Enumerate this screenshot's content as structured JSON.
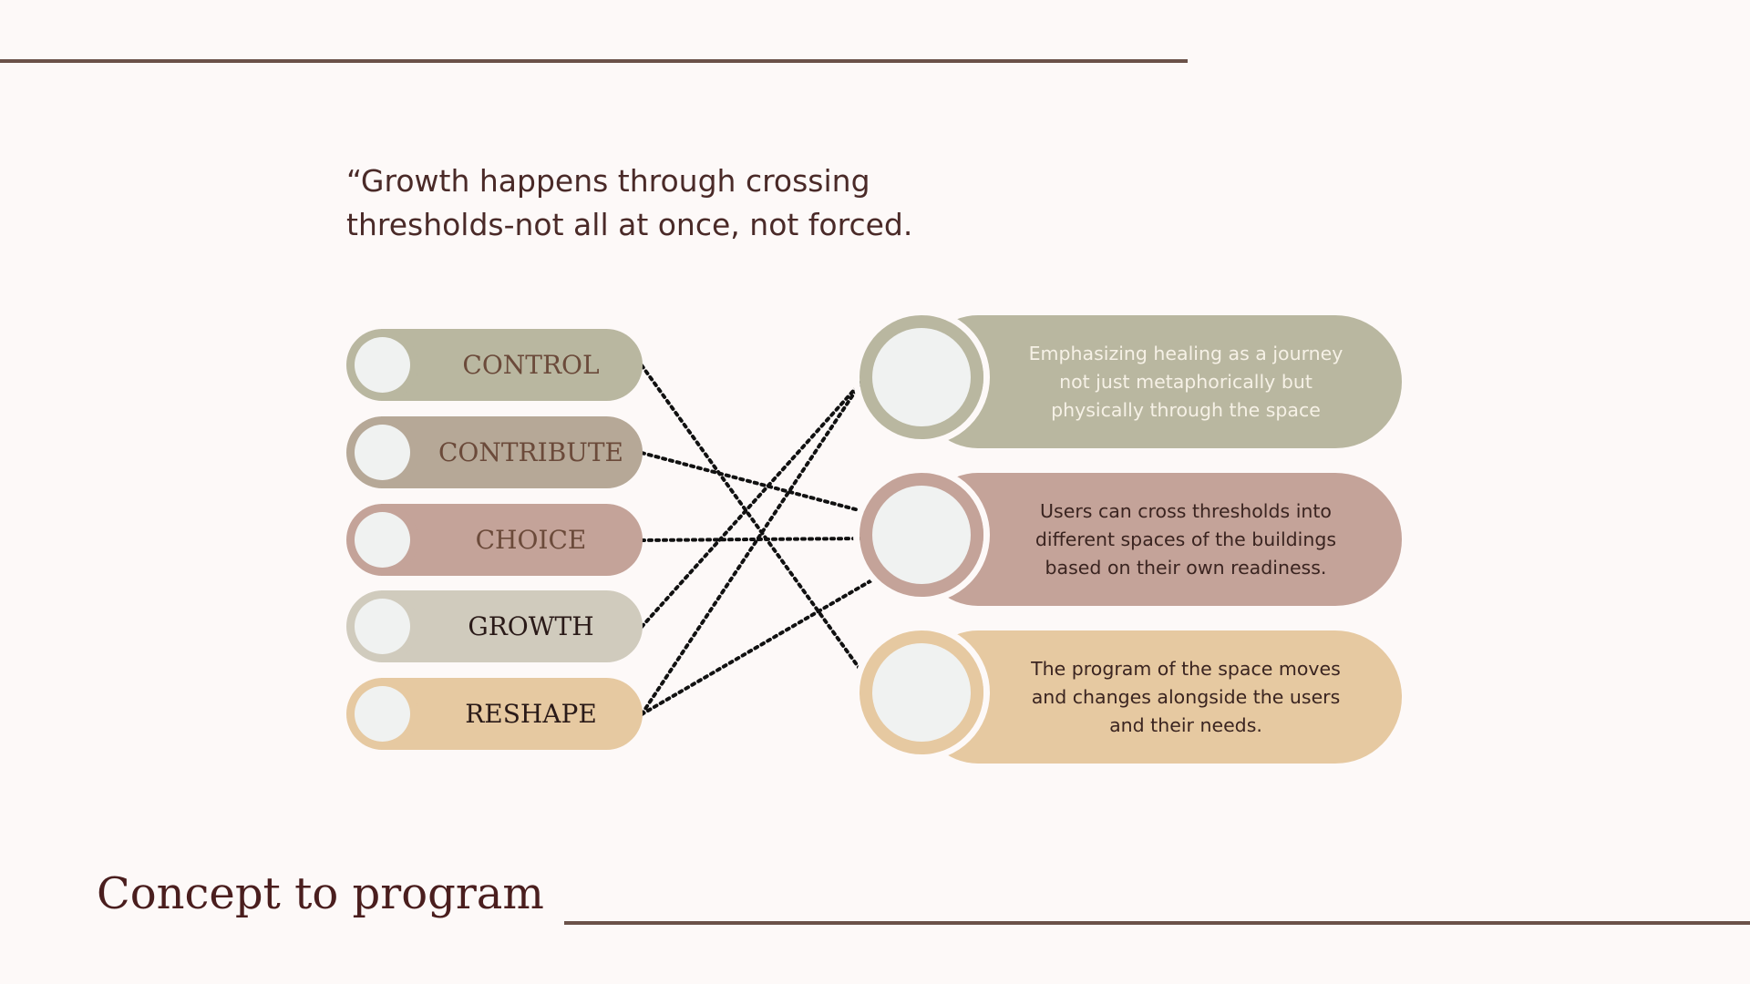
{
  "quote": {
    "line1": "“Growth happens through crossing",
    "line2": "thresholds-not all at once, not forced."
  },
  "heading": "Concept to program",
  "left_items": [
    {
      "label": "CONTROL",
      "bar_color": "#b9b7a0",
      "ring_color": "#b9b7a0",
      "text_color": "#6b4a3a"
    },
    {
      "label": "CONTRIBUTE",
      "bar_color": "#b6a897",
      "ring_color": "#b6a897",
      "text_color": "#6b4a3a"
    },
    {
      "label": "CHOICE",
      "bar_color": "#c4a399",
      "ring_color": "#c4a399",
      "text_color": "#6b4a3a"
    },
    {
      "label": "GROWTH",
      "bar_color": "#d0cbbd",
      "ring_color": "#d0cbbd",
      "text_color": "#2a1a18"
    },
    {
      "label": "RESHAPE",
      "bar_color": "#e6c9a1",
      "ring_color": "#e6c9a1",
      "text_color": "#2a1a18"
    }
  ],
  "right_items": [
    {
      "line1": "Emphasizing healing as a journey",
      "line2": "not just metaphorically but",
      "line3": "physically through the space",
      "color": "#b9b7a0",
      "text_color": "#f6f1e6"
    },
    {
      "line1": "Users can cross thresholds into",
      "line2": "different spaces of the buildings",
      "line3": "based on their own readiness.",
      "color": "#c4a399",
      "text_color": "#3a2420"
    },
    {
      "line1": "The program of the space moves",
      "line2": "and changes alongside the users",
      "line3": "and their needs.",
      "color": "#e6c9a1",
      "text_color": "#3a2420"
    }
  ],
  "connections": [
    [
      0,
      2
    ],
    [
      1,
      1
    ],
    [
      2,
      1
    ],
    [
      3,
      0
    ],
    [
      4,
      0
    ],
    [
      4,
      1
    ]
  ],
  "colors": {
    "background": "#fdf9f8",
    "rule": "#6b5249",
    "dots": "#111111"
  }
}
